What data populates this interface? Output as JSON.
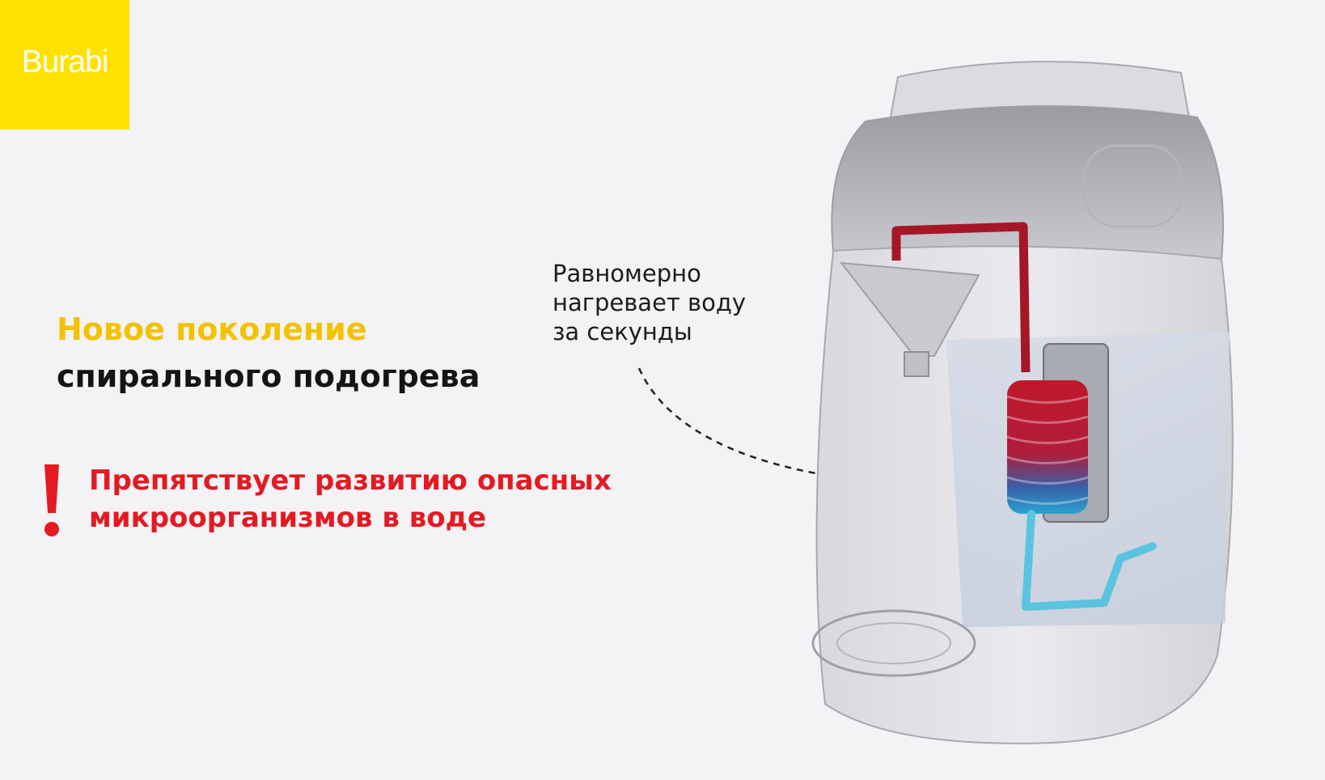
{
  "brand": {
    "logo_text": "Burabi",
    "color": "#ffe100"
  },
  "headline": {
    "line1": "Новое поколение",
    "line2": "спирального подогрева"
  },
  "callout": {
    "line1": "Равномерно",
    "line2": "нагревает воду",
    "line3": "за секунды"
  },
  "warning": {
    "line1": "Препятствует развитию опасных",
    "line2": "микроорганизмов в воде"
  },
  "colors": {
    "accent_yellow": "#f2c200",
    "warning_red": "#e31a22",
    "hot": "#c0182a",
    "cold": "#3ab7d8"
  },
  "icons": {
    "warning": "exclamation-icon",
    "arrow": "dashed-arrow-icon",
    "product": "water-dispenser-illustration"
  }
}
